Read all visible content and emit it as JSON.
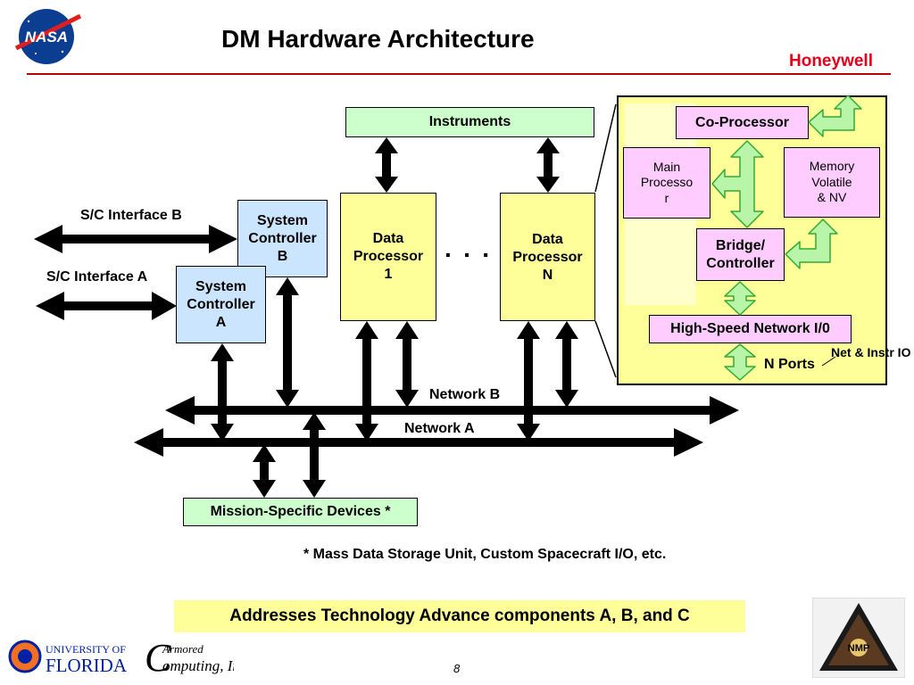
{
  "slide": {
    "title": "DM Hardware Architecture",
    "brand": "Honeywell",
    "page_number": "8",
    "footnote": "* Mass Data Storage Unit, Custom Spacecraft I/O, etc.",
    "tagline": "Addresses Technology Advance components A, B, and C"
  },
  "logos": {
    "nasa": "NASA",
    "uf_line1": "UNIVERSITY OF",
    "uf_line2": "FLORIDA",
    "ac_line1": "Armored",
    "ac_line2": "omputing, Inc.",
    "nmp": "NMP"
  },
  "diagram": {
    "instruments": "Instruments",
    "sc_interface_b": "S/C Interface B",
    "sc_interface_a": "S/C Interface A",
    "system_controller_b": "System\nController\nB",
    "system_controller_a": "System\nController\nA",
    "data_processor_1": "Data\nProcessor\n1",
    "data_processor_n": "Data\nProcessor\nN",
    "ellipsis": "· · ·",
    "network_b": "Network B",
    "network_a": "Network A",
    "mission_devices": "Mission-Specific Devices *",
    "detail": {
      "co_processor": "Co-Processor",
      "main_processor": "Main\nProcesso\nr",
      "memory": "Memory\nVolatile\n& NV",
      "bridge": "Bridge/\nController",
      "hs_network": "High-Speed Network I/0",
      "n_ports": "N Ports",
      "net_instr": "Net &\nInstr IO"
    }
  },
  "colors": {
    "title_rule": "#c00000",
    "honeywell_red": "#e2001a",
    "instrument_green": "#ccffcc",
    "controller_blue": "#cce5ff",
    "processor_yellow": "#ffff99",
    "detail_pink": "#ffccff",
    "arrow_green": "#b8f5a8"
  }
}
